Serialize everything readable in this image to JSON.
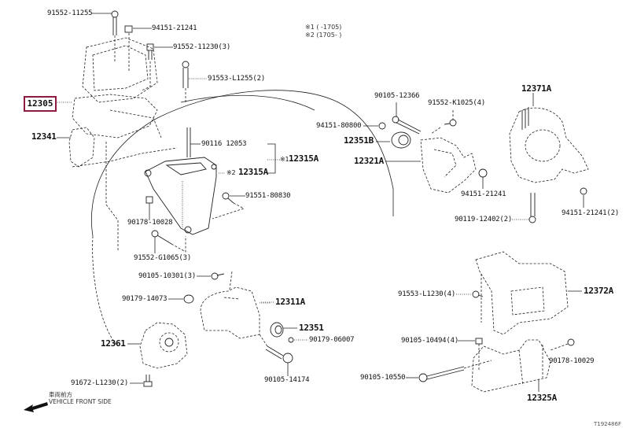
{
  "diagram": {
    "type": "exploded-parts-diagram",
    "subject": "engine mounting parts",
    "highlighted_part": "12305",
    "highlight_color": "#8e1a3f",
    "notes": {
      "note1": "※1 (      -1705)",
      "note2": "※2 (1705-      )"
    },
    "direction": {
      "jp": "車両前方",
      "en": "VEHICLE FRONT SIDE",
      "icon": "arrow-left-icon"
    },
    "drawing_code": "T192486F",
    "labels": {
      "p91552_11255": "91552-11255",
      "p94151_21241_a": "94151-21241",
      "p91552_11230": "91552-11230(3)",
      "p91553_L1255": "91553-L1255(2)",
      "p12305": "12305",
      "p12341": "12341",
      "p90116_12053": "90116 12053",
      "p12315A_1": "12315A",
      "p12315A_1_mark": "※1",
      "p12315A_2": "12315A",
      "p12315A_2_mark": "※2",
      "p91551_80830": "91551-80830",
      "p90178_10028": "90178-10028",
      "p91552_G1065": "91552-G1065(3)",
      "p90105_12366": "90105-12366",
      "p91552_K1025": "91552-K1025(4)",
      "p94151_80800": "94151-80800",
      "p12351B": "12351B",
      "p12321A": "12321A",
      "p12371A": "12371A",
      "p94151_21241_b": "94151-21241",
      "p90119_12402": "90119-12402(2)",
      "p94151_21241_c": "94151-21241(2)",
      "p90105_10301": "90105-10301(3)",
      "p90179_14073": "90179-14073",
      "p12311A": "12311A",
      "p12351": "12351",
      "p90179_06007": "90179-06007",
      "p12361": "12361",
      "p90105_14174": "90105-14174",
      "p91672_L1230": "91672-L1230(2)",
      "p91553_L1230": "91553-L1230(4)",
      "p12372A": "12372A",
      "p90105_10494": "90105-10494(4)",
      "p90178_10029": "90178-10029",
      "p90105_10550": "90105-10550",
      "p12325A": "12325A"
    }
  }
}
